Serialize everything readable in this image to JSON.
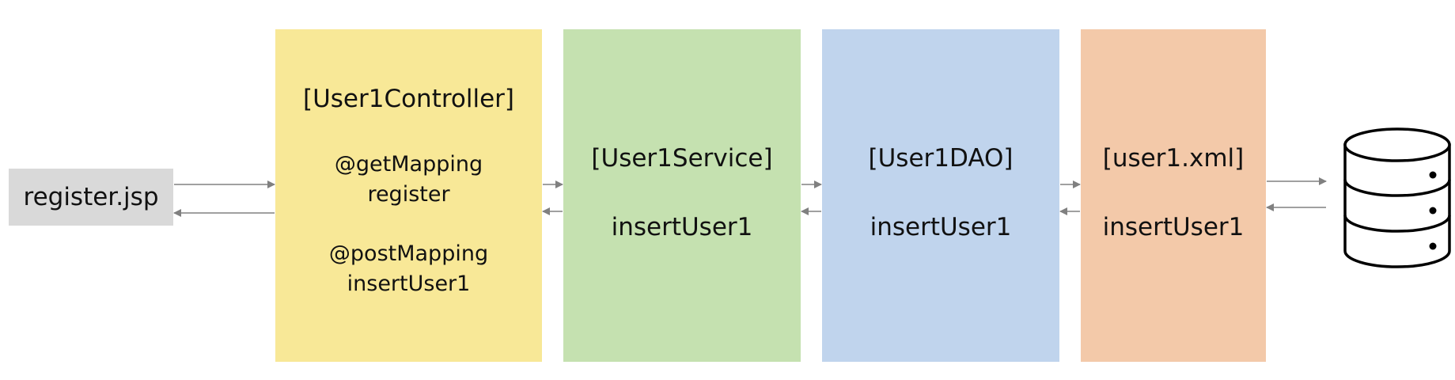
{
  "nodes": {
    "view": {
      "label": "register.jsp"
    },
    "controller": {
      "title": "[User1Controller]",
      "get_annotation": "@getMapping",
      "get_method": "register",
      "post_annotation": "@postMapping",
      "post_method": "insertUser1"
    },
    "service": {
      "title": "[User1Service]",
      "method": "insertUser1"
    },
    "dao": {
      "title": "[User1DAO]",
      "method": "insertUser1"
    },
    "mapper": {
      "title": "[user1.xml]",
      "method": "insertUser1"
    },
    "database": {
      "icon": "database-icon"
    }
  },
  "colors": {
    "view": "#d9d9d9",
    "controller": "#f8e897",
    "service": "#c5e1b0",
    "dao": "#c0d4ed",
    "mapper": "#f3c9a9",
    "arrow": "#808080"
  }
}
